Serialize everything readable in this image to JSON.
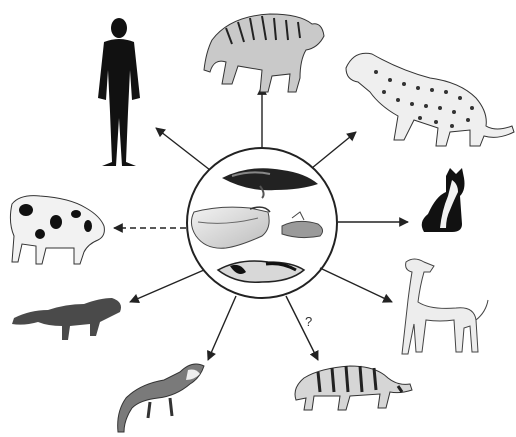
{
  "center": {
    "label": ""
  },
  "animals": [
    {
      "name": "human",
      "link": "solid"
    },
    {
      "name": "tiger",
      "link": "solid"
    },
    {
      "name": "leopard",
      "link": "solid"
    },
    {
      "name": "cat",
      "link": "solid"
    },
    {
      "name": "dog",
      "link": "solid"
    },
    {
      "name": "civet",
      "link": "uncertain",
      "marker": "?"
    },
    {
      "name": "marten",
      "link": "solid"
    },
    {
      "name": "mink",
      "link": "solid"
    },
    {
      "name": "pig",
      "link": "dashed"
    }
  ],
  "colors": {
    "arrow": "#222222",
    "circle": "#222222",
    "silhouette": "#111111"
  }
}
